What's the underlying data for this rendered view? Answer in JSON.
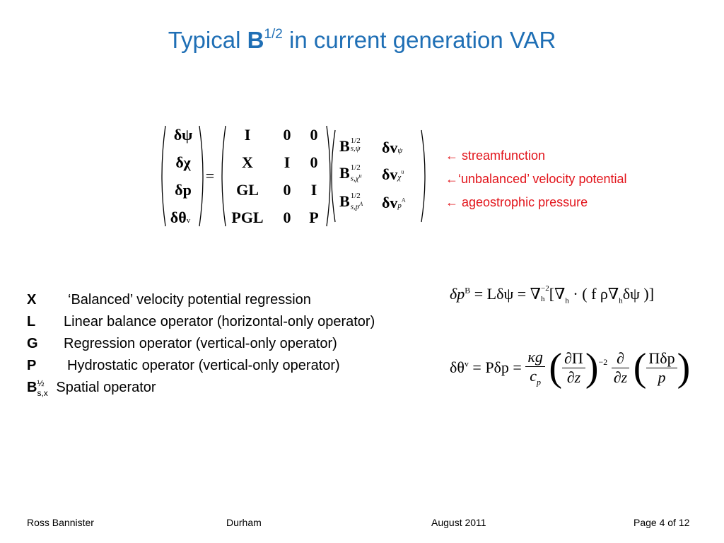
{
  "title": {
    "prefix": "Typical ",
    "bold": "B",
    "superscript": "1/2",
    "suffix": " in current generation VAR"
  },
  "matrix_equation": {
    "lhs": [
      "δψ",
      "δχ",
      "δp",
      "δθ"
    ],
    "lhs_last_sup": "v",
    "equals": "=",
    "operator_rows": [
      [
        "I",
        "0",
        "0"
      ],
      [
        "X",
        "I",
        "0"
      ],
      [
        "GL",
        "0",
        "I"
      ],
      [
        "PGL",
        "0",
        "P"
      ]
    ],
    "b_rows": [
      {
        "b": "B",
        "sup": "1/2",
        "sub": "s,ψ",
        "v": "δv",
        "vsub": "ψ"
      },
      {
        "b": "B",
        "sup": "1/2",
        "sub": "s,χ",
        "subsup": "u",
        "v": "δv",
        "vsub": "χ",
        "vsubsup": "u"
      },
      {
        "b": "B",
        "sup": "1/2",
        "sub": "s,p",
        "subsup": "A",
        "v": "δv",
        "vsub": "p",
        "vsubsup": "A"
      }
    ]
  },
  "annotations": [
    "← streamfunction",
    "←‘unbalanced’ velocity potential",
    "← ageostrophic pressure"
  ],
  "legend": [
    {
      "key": "X",
      "text": "‘Balanced’ velocity potential regression"
    },
    {
      "key": "L",
      "text": "Linear balance operator (horizontal-only operator)"
    },
    {
      "key": "G",
      "text": "Regression operator (vertical-only operator)"
    },
    {
      "key": "P",
      "text": "Hydrostatic operator (vertical-only operator)"
    },
    {
      "key": "B",
      "key_sup": "½",
      "key_sub": "s,x",
      "text": "Spatial operator"
    }
  ],
  "equation_balance": {
    "lhs": "δp",
    "lhs_sup": "B",
    "mid": "= Lδψ = ∇",
    "mid_sub": "h",
    "mid_sup": "−2",
    "rest": "[∇",
    "rest_sub": "h",
    "rest2": " · ( f ρ∇",
    "rest2_sub": "h",
    "rest3": "δψ )]"
  },
  "equation_hydrostatic": {
    "lhs": "δθ",
    "lhs_sup": "v",
    "mid": "= Pδp =",
    "f1_num": "κg",
    "f1_den": "c",
    "f1_den_sub": "p",
    "f2_num": "∂Π",
    "f2_den": "∂z",
    "f2_sup": "−2",
    "f3_num": "∂",
    "f3_den": "∂z",
    "f4_num": "Πδp",
    "f4_den": "p"
  },
  "footer": {
    "author": "Ross Bannister",
    "location": "Durham",
    "date": "August 2011",
    "page": "Page 4 of 12"
  }
}
